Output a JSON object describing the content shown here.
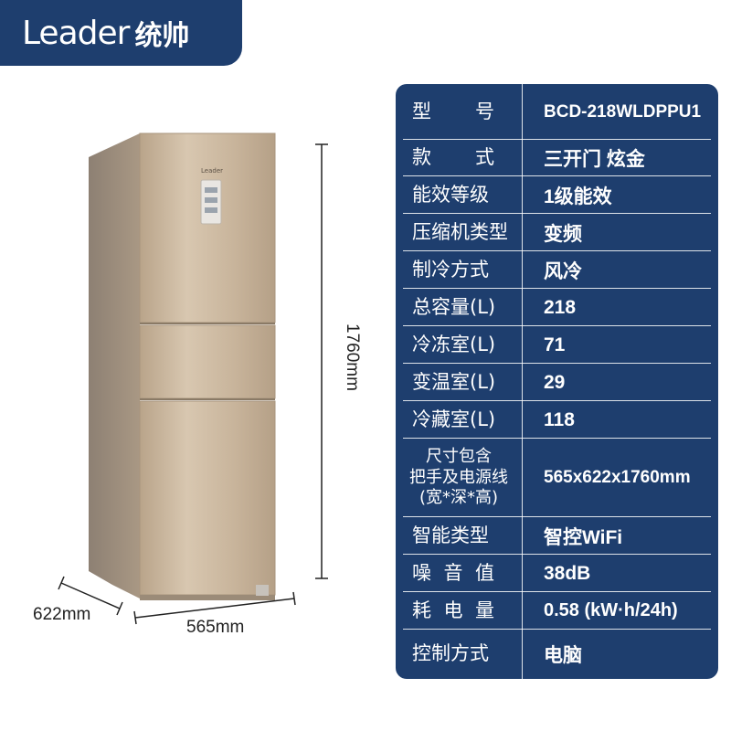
{
  "brand": {
    "logo_text": "Leader",
    "cn_name": "统帅"
  },
  "fridge": {
    "logo_text": "Leader",
    "height_label": "1760mm",
    "depth_label": "622mm",
    "width_label": "565mm"
  },
  "specs": [
    {
      "label_chars": [
        "型",
        "号"
      ],
      "value": "BCD-218WLDPPU1"
    },
    {
      "label_chars": [
        "款",
        "式"
      ],
      "value": "三开门 炫金"
    },
    {
      "label": "能效等级",
      "value": "1级能效"
    },
    {
      "label": "压缩机类型",
      "value": "变频"
    },
    {
      "label": "制冷方式",
      "value": "风冷"
    },
    {
      "label": "总容量(L)",
      "value": "218"
    },
    {
      "label": "冷冻室(L)",
      "value": "71"
    },
    {
      "label": "变温室(L)",
      "value": "29"
    },
    {
      "label": "冷藏室(L)",
      "value": "118"
    },
    {
      "label_lines": [
        "尺寸包含",
        "把手及电源线",
        "(宽*深*高)"
      ],
      "value": "565x622x1760mm"
    },
    {
      "label": "智能类型",
      "value": "智控WiFi"
    },
    {
      "label_chars": [
        "噪",
        "音",
        "值"
      ],
      "value": "38dB"
    },
    {
      "label_chars": [
        "耗",
        "电",
        "量"
      ],
      "value": "0.58 (kW·h/24h)"
    },
    {
      "label": "控制方式",
      "value": "电脑"
    }
  ],
  "colors": {
    "brand_navy": "#1e3e6e",
    "fridge_gold": "#c9b59c"
  }
}
